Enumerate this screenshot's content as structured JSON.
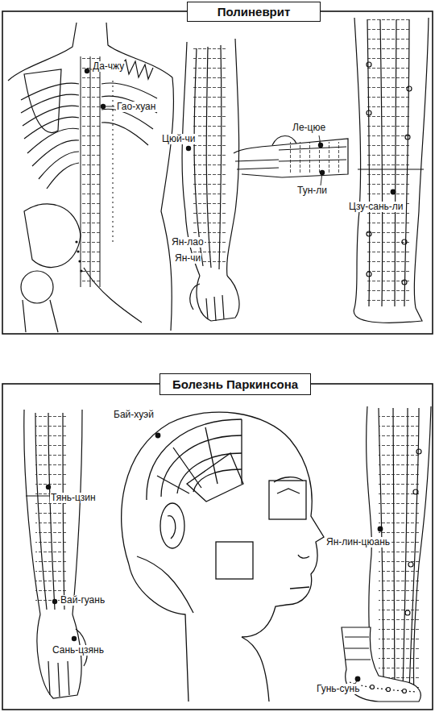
{
  "diagram": {
    "nodes": [
      {
        "text": [
          "Полиневрит"
        ]
      },
      {
        "text": [
          "Болезнь Паркинсона"
        ]
      }
    ],
    "labels": [
      "Да-чжу",
      "Гао-хуан",
      "Цюй-чи",
      "Ле-цюе",
      "Тун-ли",
      "Цзу-сань-ли",
      "Ян-лао",
      "Ян-чи",
      "Бай-хуэй",
      "Тянь-цзин",
      "Ян-лин-цюань",
      "Вай-гуань",
      "Сань-цзянь",
      "Гунь-сунь"
    ]
  }
}
